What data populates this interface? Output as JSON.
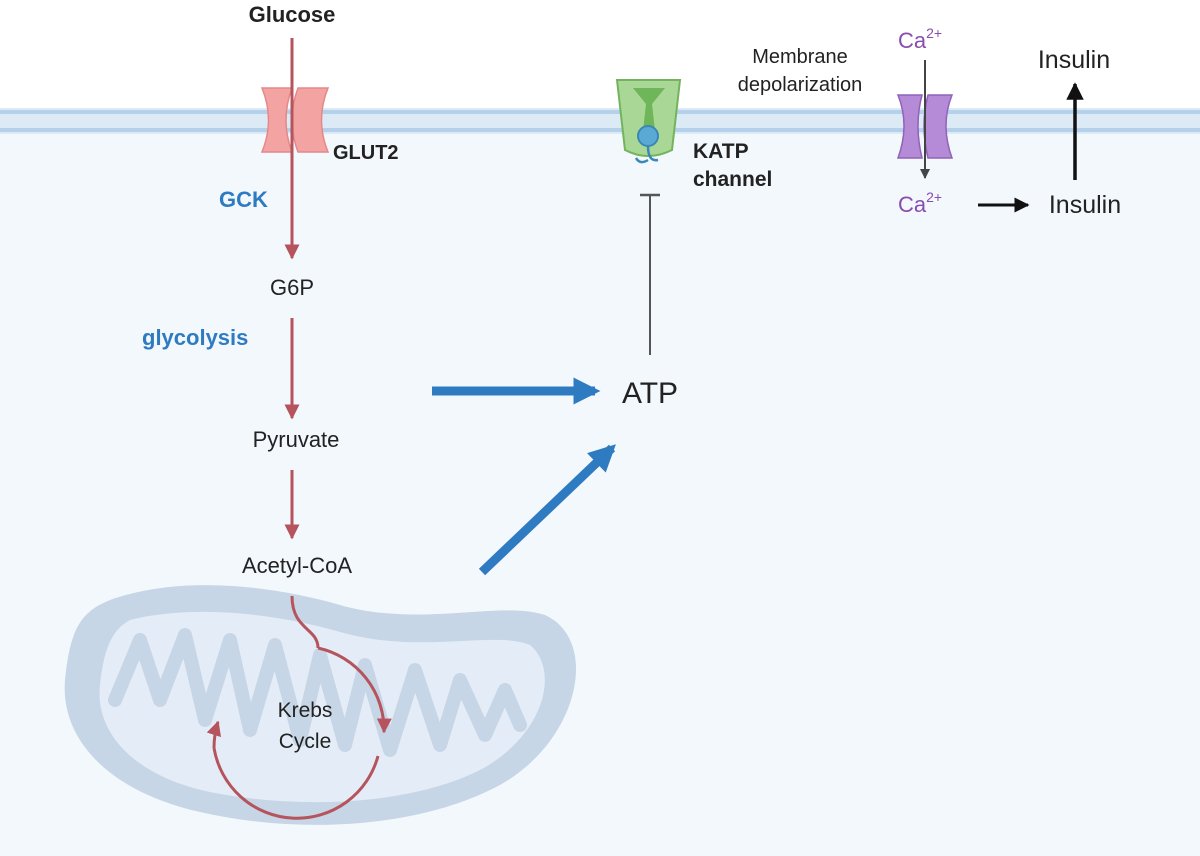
{
  "labels": {
    "glucose": "Glucose",
    "glut2": "GLUT2",
    "gck": "GCK",
    "g6p": "G6P",
    "glycolysis": "glycolysis",
    "pyruvate": "Pyruvate",
    "acetyl_coa": "Acetyl-CoA",
    "krebs_line1": "Krebs",
    "krebs_line2": "Cycle",
    "atp": "ATP",
    "katp_line1": "KATP",
    "katp_line2": "channel",
    "membrane_line1": "Membrane",
    "membrane_line2": "depolarization",
    "ca_outside": "Ca",
    "ca_inside": "Ca",
    "ca_charge": "2+",
    "insulin_outside": "Insulin",
    "insulin_inside": "Insulin"
  },
  "colors": {
    "pathway_arrow": "#b5545c",
    "atp_arrow": "#2f7bc2",
    "gck_text": "#2f7bc2",
    "calcium_text": "#8a4cb0",
    "glut2_channel": "#f4a3a3",
    "katp_channel": "#8cc97a",
    "ca_channel": "#b58ad6",
    "membrane": "#c6ddf0",
    "cell_interior": "#f3f8fd",
    "mitochondrion": "#c7d6e6"
  }
}
